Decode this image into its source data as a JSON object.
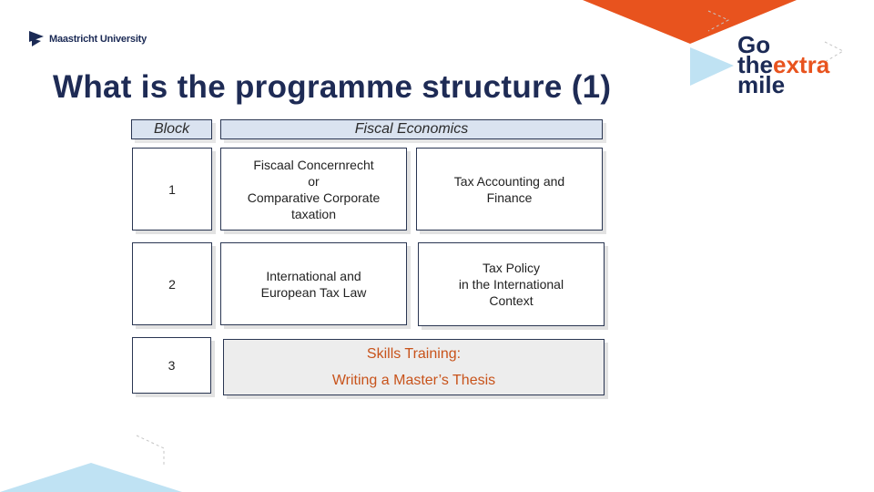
{
  "header": {
    "university": "Maastricht University",
    "title": "What is the programme structure (1)",
    "slogan": {
      "go": "Go",
      "the": "the",
      "extra": "extra",
      "mile": "mile"
    }
  },
  "table": {
    "block_header": "Block",
    "track_header": "Fiscal Economics",
    "rows": [
      {
        "block": "1",
        "left": [
          "Fiscaal Concernrecht",
          "or",
          "Comparative Corporate",
          "taxation"
        ],
        "right": [
          "Tax Accounting and",
          "Finance"
        ]
      },
      {
        "block": "2",
        "left": [
          "International and",
          "European Tax Law"
        ],
        "right": [
          "Tax Policy",
          "in the International",
          "Context"
        ]
      },
      {
        "block": "3",
        "skills": [
          "Skills Training:",
          "Writing a Master’s Thesis"
        ]
      }
    ]
  },
  "colors": {
    "navy": "#1e2b55",
    "orange": "#e8531e",
    "light_blue": "#bfe2f3",
    "header_fill": "#dae3f0",
    "skills_text": "#c8531b"
  },
  "icons": [
    "um-logo-icon",
    "arrow-outline-icon"
  ]
}
